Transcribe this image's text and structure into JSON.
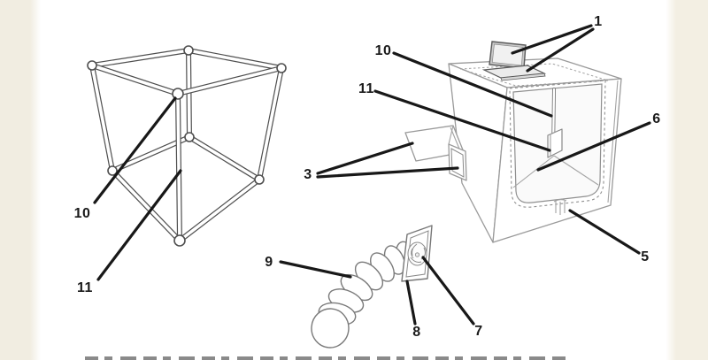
{
  "colors": {
    "page_band": "#f1ede1",
    "canvas": "#ffffff",
    "line_art": "#8f8f8f",
    "pipe_outline": "#4f4f4f",
    "leader_line": "#181818",
    "label_text": "#1b1b1b",
    "laptop_screen_fill": "#c8c8c8"
  },
  "callouts": {
    "laptop": {
      "label": "1"
    },
    "side_port": {
      "label": "3"
    },
    "bottom_fastener": {
      "label": "5"
    },
    "enclosure_interior": {
      "label": "6"
    },
    "fan": {
      "label": "7"
    },
    "fan_mount_plate": {
      "label": "8"
    },
    "flexible_duct": {
      "label": "9"
    },
    "frame_corner_joint": {
      "label": "10"
    },
    "frame_upright_pipe": {
      "label": "11"
    },
    "enclosure_frame_joint": {
      "label": "10"
    },
    "enclosure_frame_item": {
      "label": "11"
    }
  }
}
